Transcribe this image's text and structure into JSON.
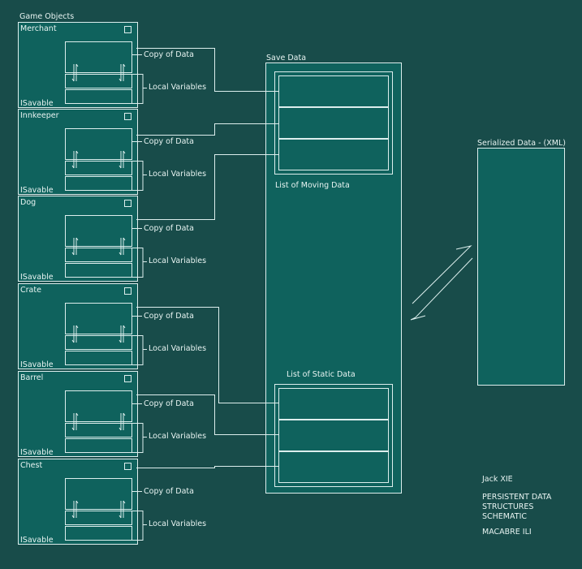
{
  "title": "Game Objects",
  "objects": [
    {
      "name": "Merchant",
      "interface": "ISavable",
      "copy_label": "Copy of Data",
      "local_label": "Local Variables"
    },
    {
      "name": "Innkeeper",
      "interface": "ISavable",
      "copy_label": "Copy of Data",
      "local_label": "Local Variables"
    },
    {
      "name": "Dog",
      "interface": "ISavable",
      "copy_label": "Copy of Data",
      "local_label": "Local Variables"
    },
    {
      "name": "Crate",
      "interface": "ISavable",
      "copy_label": "Copy of Data",
      "local_label": "Local Variables"
    },
    {
      "name": "Barrel",
      "interface": "ISavable",
      "copy_label": "Copy of Data",
      "local_label": "Local Variables"
    },
    {
      "name": "Chest",
      "interface": "ISavable",
      "copy_label": "Copy of Data",
      "local_label": "Local Variables"
    }
  ],
  "save_data": {
    "title": "Save Data",
    "moving_label": "List of Moving Data",
    "static_label": "List of Static Data"
  },
  "serialized": {
    "title": "Serialized Data - (XML)"
  },
  "credits": {
    "author": "Jack XIE",
    "line1": "PERSISTENT DATA",
    "line2": "STRUCTURES",
    "line3": "SCHEMATIC",
    "project": "MACABRE ILI"
  },
  "colors": {
    "background": "#184c4a",
    "box": "#0f625d",
    "line": "#dceeed"
  }
}
